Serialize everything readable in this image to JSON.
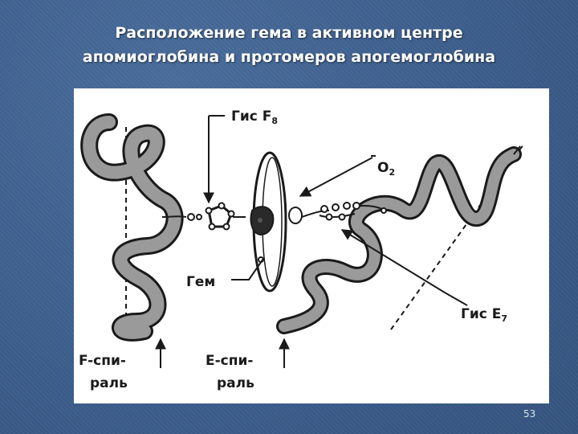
{
  "slide": {
    "title_line1": "Расположение гема в активном центре",
    "title_line2": "апомиоглобина и протомеров апогемоглобина",
    "page_number": "53"
  },
  "diagram": {
    "labels": {
      "his_f": "Гис F",
      "his_f_sub": "8",
      "o2": "O",
      "o2_sub": "2",
      "heme": "Гем",
      "his_e": "Гис E",
      "his_e_sub": "7",
      "f_helix_line1": "F-спи-",
      "f_helix_line2": "раль",
      "e_helix_line1": "E-спи-",
      "e_helix_line2": "раль"
    }
  },
  "colors": {
    "background": "#3f6190",
    "title_text": "#ffffff",
    "ribbon_fill": "#9a9a9a",
    "ribbon_outline": "#1a1a1a",
    "panel": "#ffffff"
  }
}
